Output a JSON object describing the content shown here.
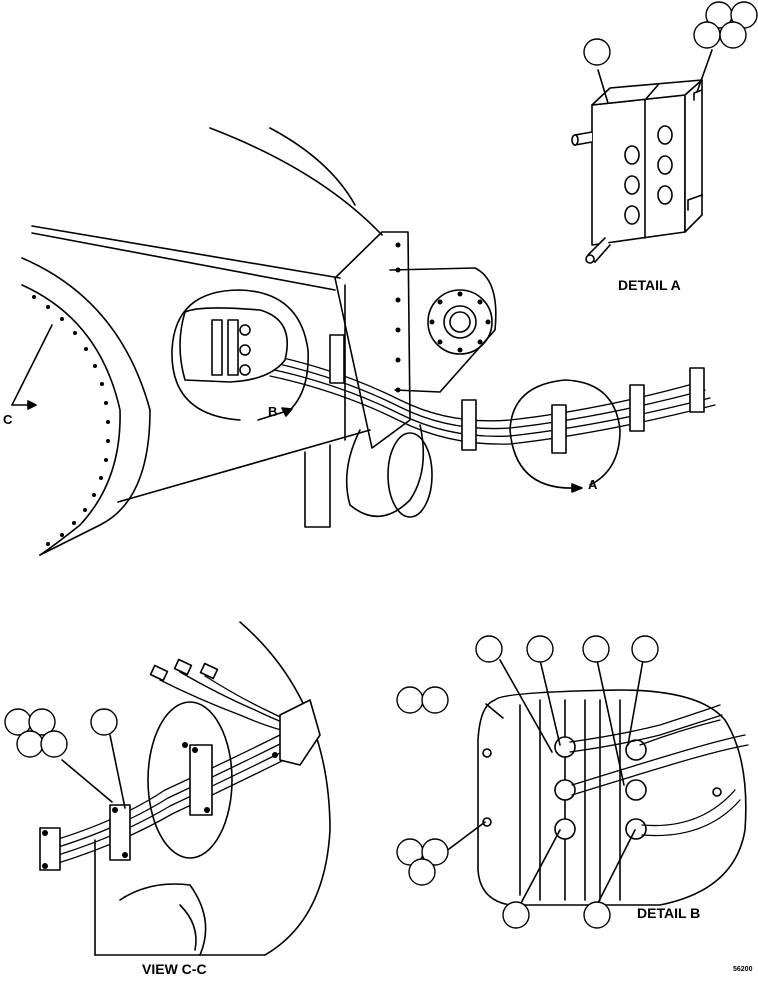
{
  "figure": {
    "detail_a_caption": "DETAIL A",
    "detail_b_caption": "DETAIL B",
    "view_cc_caption": "VIEW C-C",
    "callout_a": "A",
    "callout_b": "B",
    "callout_c": "C",
    "figure_number": "56200"
  }
}
